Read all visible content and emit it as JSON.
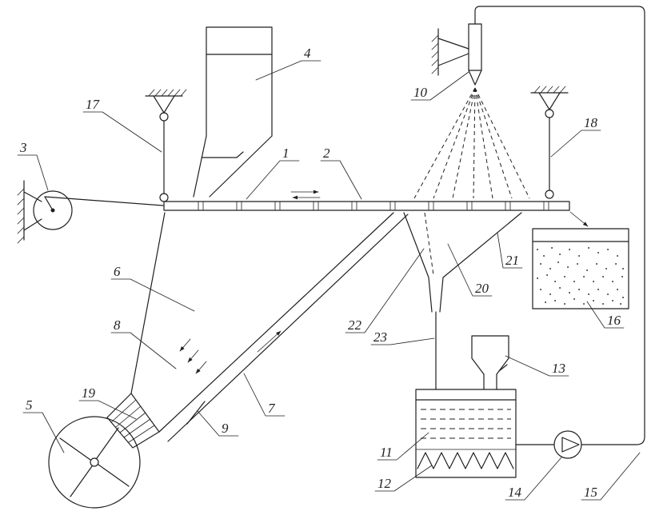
{
  "colors": {
    "ink": "#1f1f1f",
    "paper": "#ffffff"
  },
  "diagram": {
    "labels": [
      {
        "text": "1"
      },
      {
        "text": "2"
      },
      {
        "text": "3"
      },
      {
        "text": "4"
      },
      {
        "text": "5"
      },
      {
        "text": "6"
      },
      {
        "text": "7"
      },
      {
        "text": "8"
      },
      {
        "text": "9"
      },
      {
        "text": "10"
      },
      {
        "text": "11"
      },
      {
        "text": "12"
      },
      {
        "text": "13"
      },
      {
        "text": "14"
      },
      {
        "text": "15"
      },
      {
        "text": "16"
      },
      {
        "text": "17"
      },
      {
        "text": "18"
      },
      {
        "text": "19"
      },
      {
        "text": "20"
      },
      {
        "text": "21"
      },
      {
        "text": "22"
      },
      {
        "text": "23"
      }
    ]
  }
}
